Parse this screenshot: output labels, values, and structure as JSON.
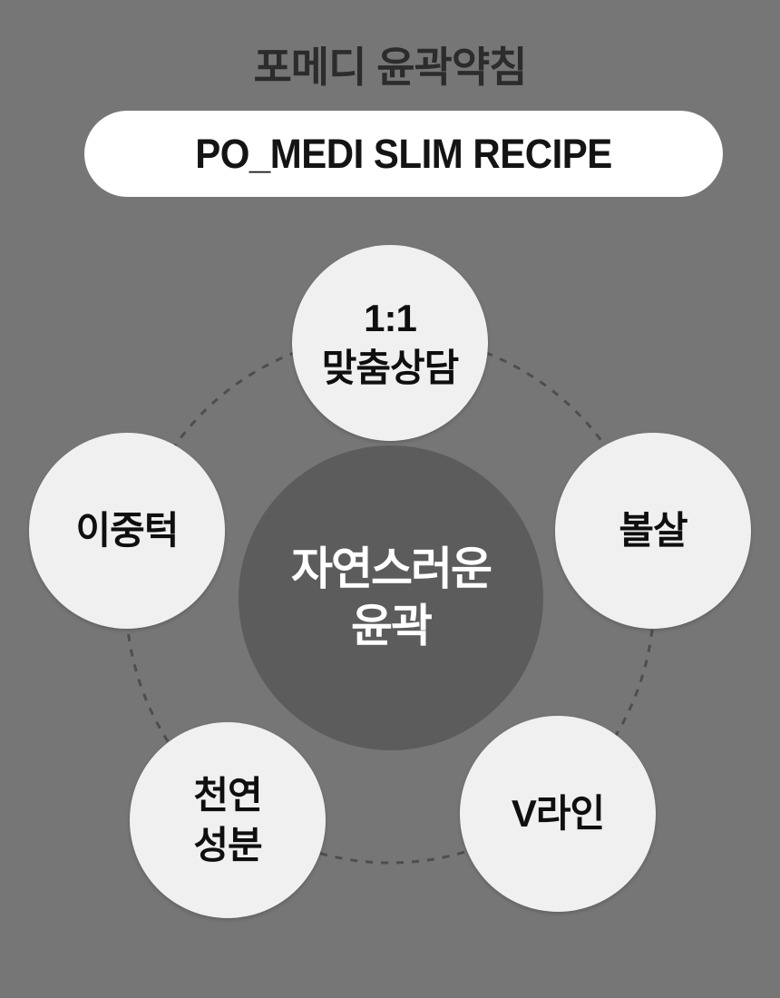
{
  "page": {
    "title": "포메디 윤곽약침",
    "badge_label": "PO_MEDI SLIM RECIPE",
    "background_color": "#767676"
  },
  "diagram": {
    "hub": {
      "line1": "자연스러운",
      "line2": "윤곽"
    },
    "satellites": {
      "top": {
        "line1": "1:1",
        "line2": "맞춤상담"
      },
      "left": {
        "line1": "이중턱"
      },
      "right": {
        "line1": "볼살"
      },
      "bottom_left": {
        "line1": "천연",
        "line2": "성분"
      },
      "bottom_right": {
        "line1": "V라인"
      }
    },
    "colors": {
      "hub_fill": "#5c5c5c",
      "hub_text": "#ffffff",
      "satellite_fill": "#f0f0f0",
      "satellite_text": "#0f0f0f",
      "dashed_ring": "#4e4e4e",
      "badge_fill": "#ffffff",
      "title_text": "#2c2c2c"
    }
  }
}
